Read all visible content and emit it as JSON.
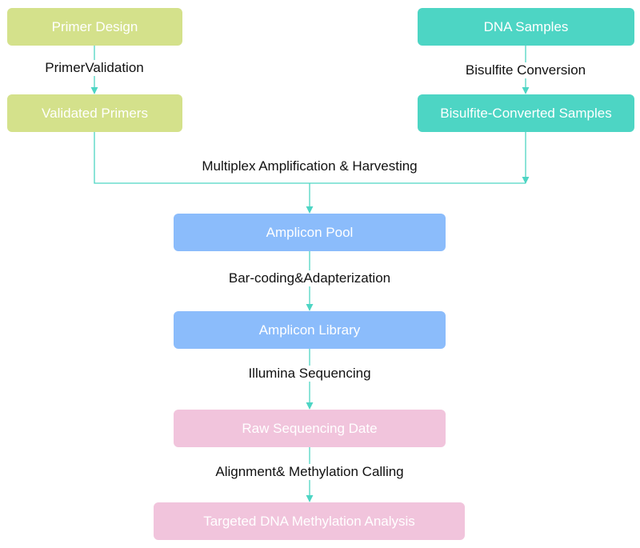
{
  "nodes": {
    "primer_design": "Primer Design",
    "validated_primers": "Validated Primers",
    "dna_samples": "DNA Samples",
    "bisulfite_samples": "Bisulfite-Converted Samples",
    "amplicon_pool": "Amplicon Pool",
    "amplicon_library": "Amplicon Library",
    "raw_sequencing": "Raw Sequencing Date",
    "methylation_analysis": "Targeted DNA Methylation Analysis"
  },
  "edges": {
    "primer_validation": "PrimerValidation",
    "bisulfite_conversion": "Bisulfite Conversion",
    "multiplex": "Multiplex Amplification & Harvesting",
    "barcoding": "Bar-coding&Adapterization",
    "illumina": "Illumina Sequencing",
    "alignment": "Alignment& Methylation Calling"
  },
  "colors": {
    "green_node": "#d4e18b",
    "teal_node": "#4dd5c4",
    "blue_node": "#8bbcfb",
    "pink_node": "#f1c4dc",
    "connector": "#4dd5c4"
  }
}
